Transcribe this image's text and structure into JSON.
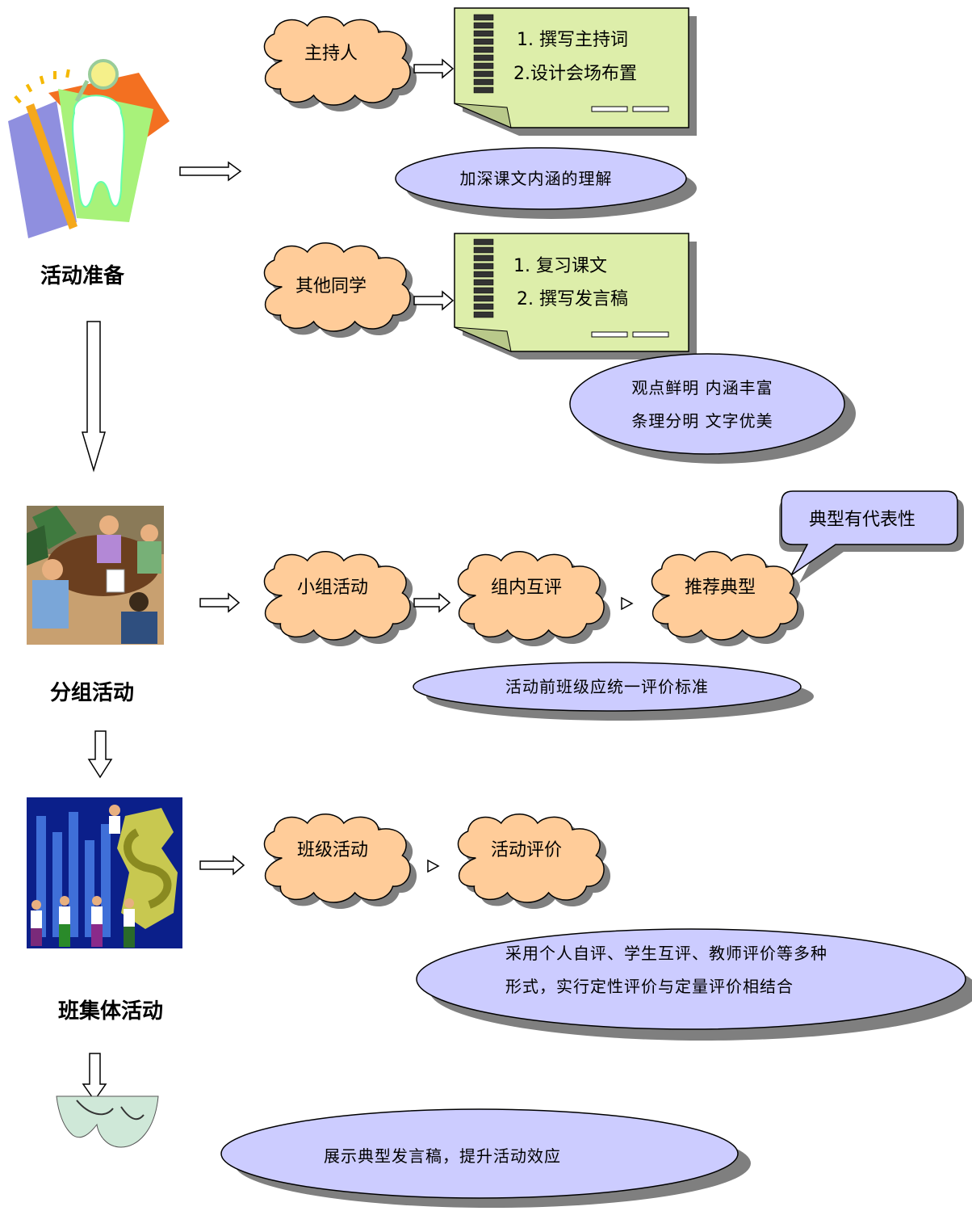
{
  "stages": [
    {
      "title": "活动准备"
    },
    {
      "title": "分组活动"
    },
    {
      "title": "班集体活动"
    }
  ],
  "prep": {
    "host": {
      "label": "主持人",
      "tasks": [
        "1. 撰写主持词",
        "2.设计会场布置"
      ],
      "goal": "加深课文内涵的理解"
    },
    "others": {
      "label": "其他同学",
      "tasks": [
        "1. 复习课文",
        "2. 撰写发言稿"
      ],
      "criteria": [
        "观点鲜明  内涵丰富",
        "条理分明  文字优美"
      ]
    }
  },
  "group": {
    "steps": [
      "小组活动",
      "组内互评",
      "推荐典型"
    ],
    "callout": "典型有代表性",
    "note": "活动前班级应统一评价标准"
  },
  "class": {
    "steps": [
      "班级活动",
      "活动评价"
    ],
    "note": [
      "采用个人自评、学生互评、教师评价等多种",
      "形式，实行定性评价与定量评价相结合"
    ]
  },
  "final": {
    "note": "展示典型发言稿，提升活动效应"
  },
  "colors": {
    "cloud_fill": "#ffcc99",
    "note_fill": "#ddeeaa",
    "oval_fill": "#ccccff",
    "callout_fill": "#ccccff",
    "shadow": "#7f7f7f"
  }
}
